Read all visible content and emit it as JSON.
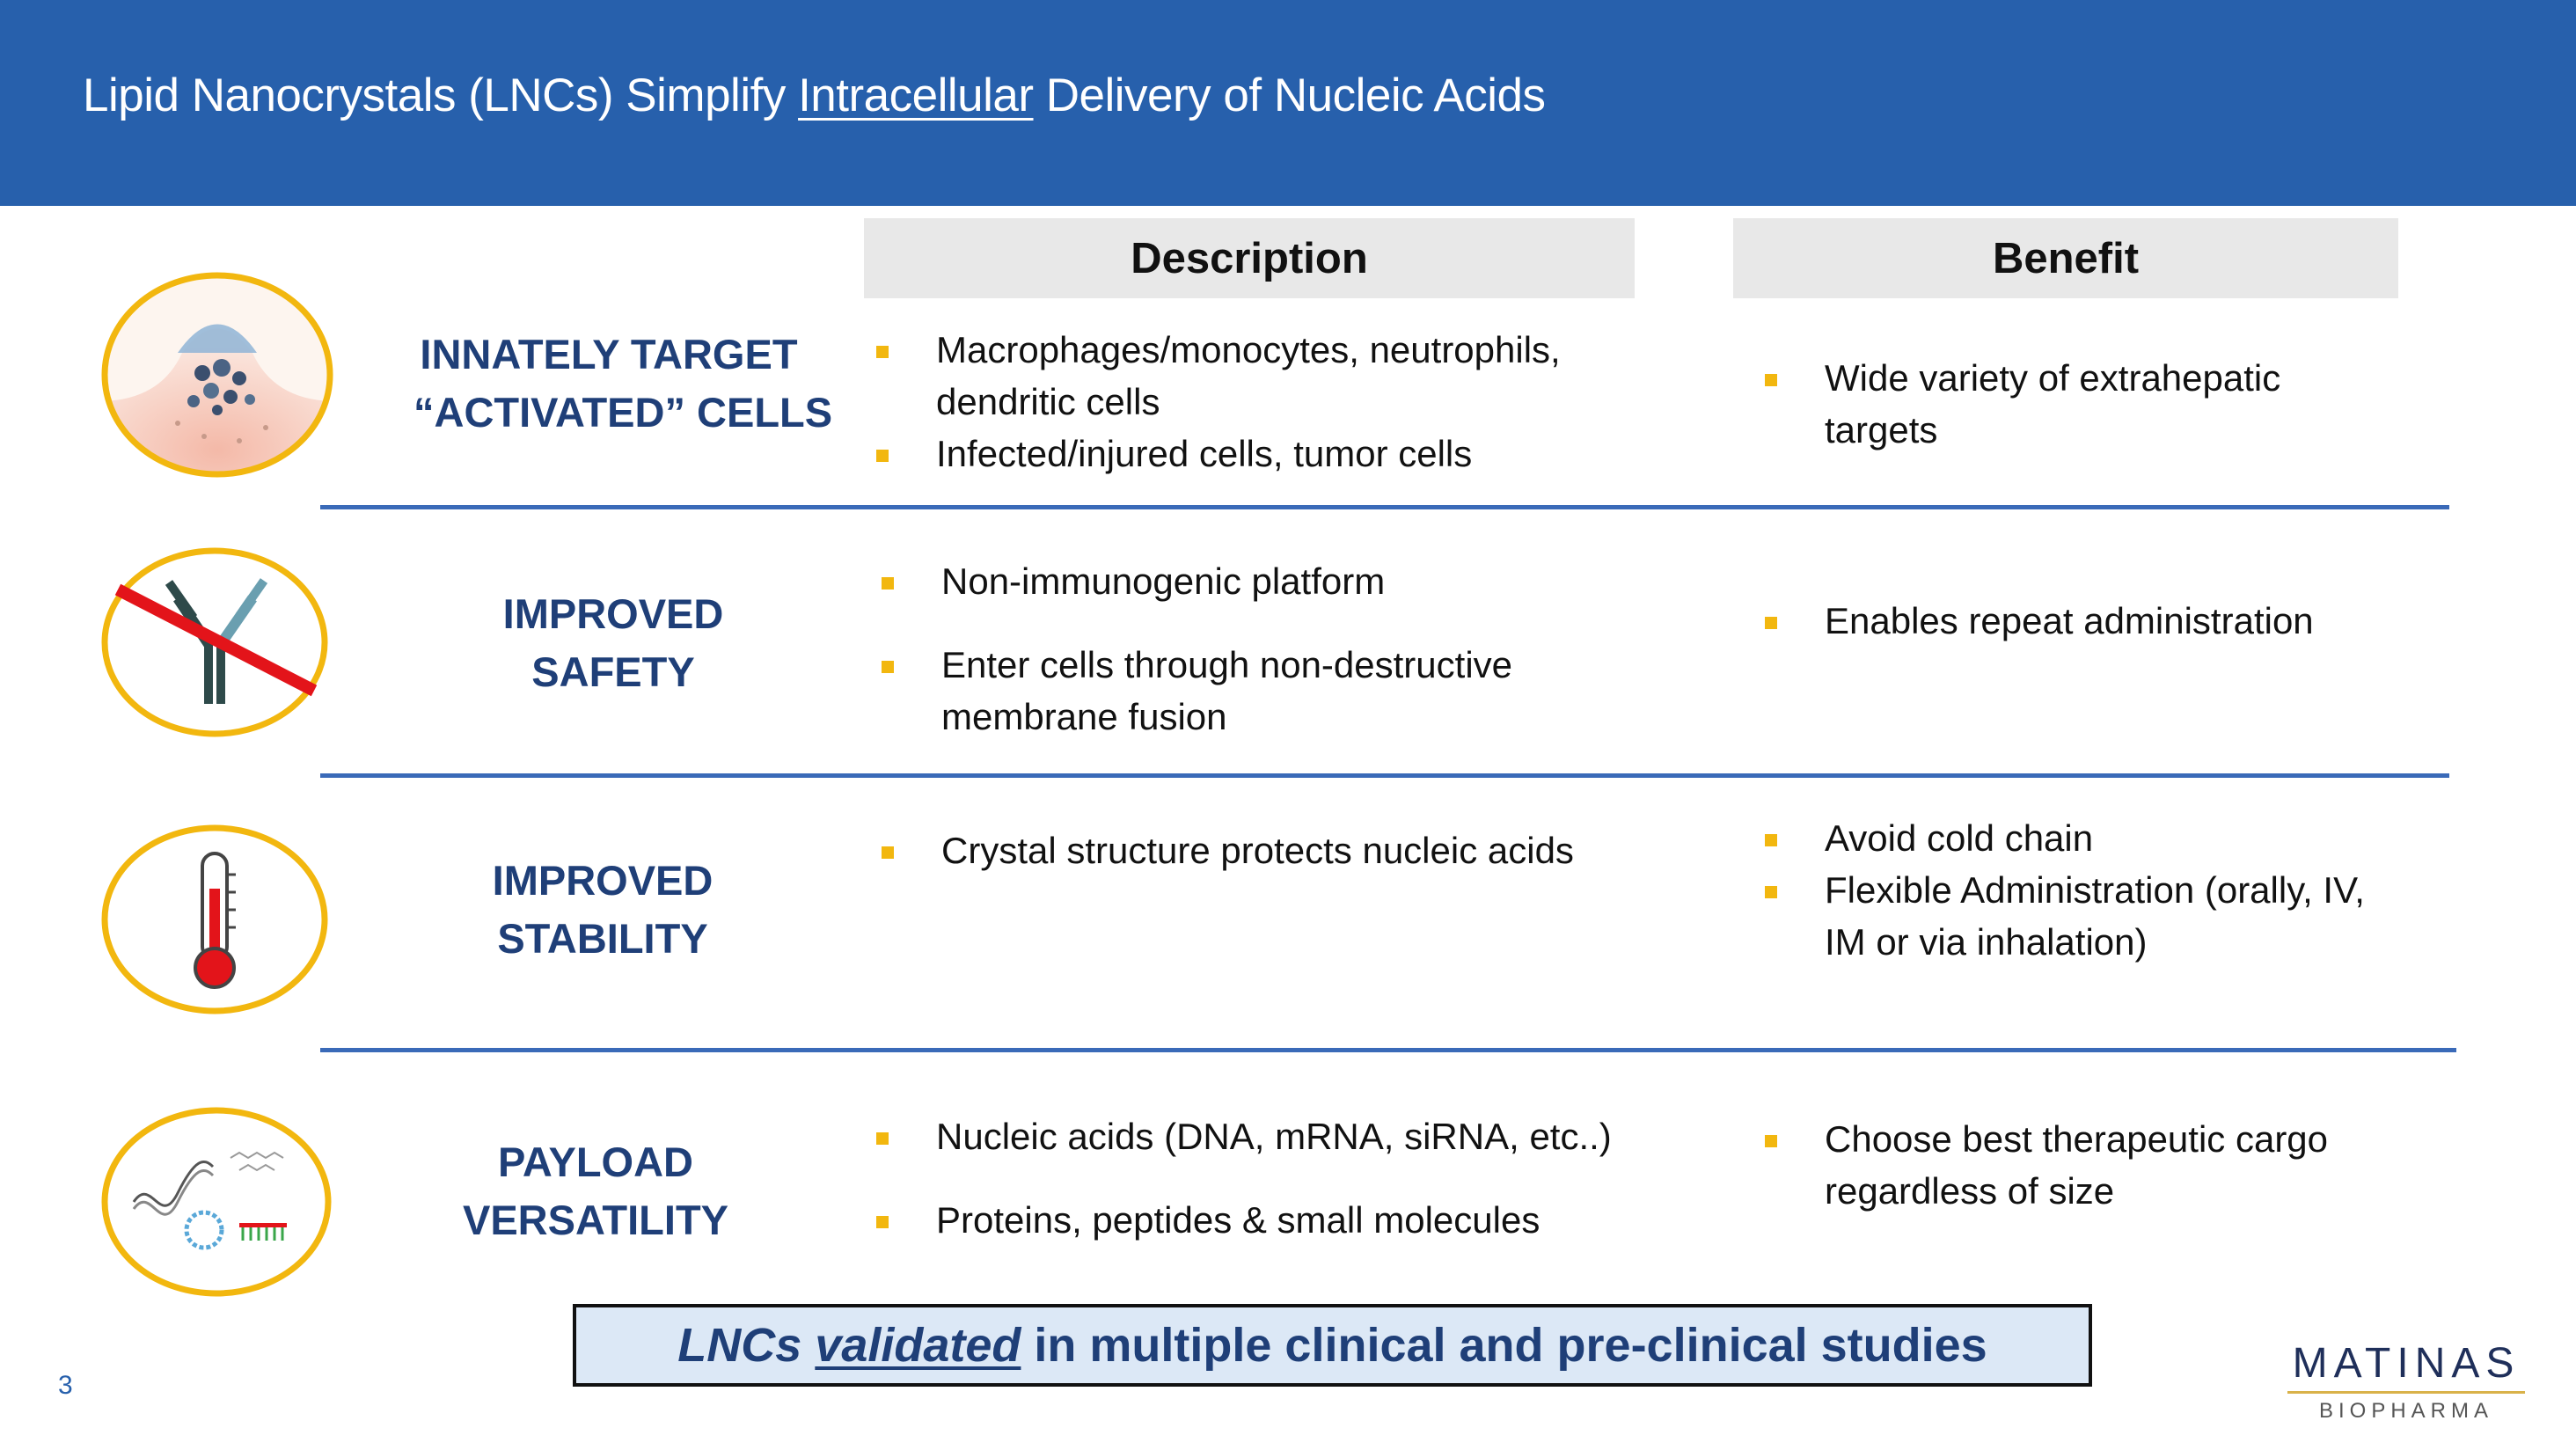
{
  "header": {
    "title_before": "Lipid Nanocrystals (LNCs) Simplify ",
    "title_underlined": "Intracellular",
    "title_after": " Delivery of Nucleic Acids",
    "background": "#2760ac"
  },
  "columns": {
    "description": "Description",
    "benefit": "Benefit"
  },
  "rows": [
    {
      "icon": "activated-cells-icon",
      "feature_line1": "INNATELY TARGET",
      "feature_line2": "“ACTIVATED” CELLS",
      "description": [
        "Macrophages/monocytes, neutrophils, dendritic cells",
        "Infected/injured cells, tumor cells"
      ],
      "benefit": [
        "Wide variety of extrahepatic targets"
      ]
    },
    {
      "icon": "no-antibody-icon",
      "feature_line1": "IMPROVED",
      "feature_line2": "SAFETY",
      "description": [
        "Non-immunogenic platform",
        "Enter cells through non-destructive membrane fusion"
      ],
      "benefit": [
        "Enables repeat administration"
      ]
    },
    {
      "icon": "thermometer-icon",
      "feature_line1": "IMPROVED",
      "feature_line2": "STABILITY",
      "description": [
        "Crystal structure protects nucleic acids"
      ],
      "benefit": [
        "Avoid cold chain",
        "Flexible Administration (orally, IV, IM or via inhalation)"
      ]
    },
    {
      "icon": "molecules-icon",
      "feature_line1": "PAYLOAD",
      "feature_line2": "VERSATILITY",
      "description": [
        "Nucleic acids (DNA, mRNA, siRNA, etc..)",
        "Proteins, peptides & small molecules"
      ],
      "benefit": [
        "Choose best therapeutic cargo regardless of size"
      ]
    }
  ],
  "banner": {
    "part1": "LNCs",
    "part2": "validated",
    "part3": " in multiple clinical and pre-clinical studies"
  },
  "footer": {
    "page_number": "3",
    "logo_main": "MATINAS",
    "logo_sub": "BIOPHARMA"
  },
  "colors": {
    "accent_bullet": "#f2b70f",
    "feature_text": "#1f3f78",
    "icon_ring": "#f2b70f"
  }
}
